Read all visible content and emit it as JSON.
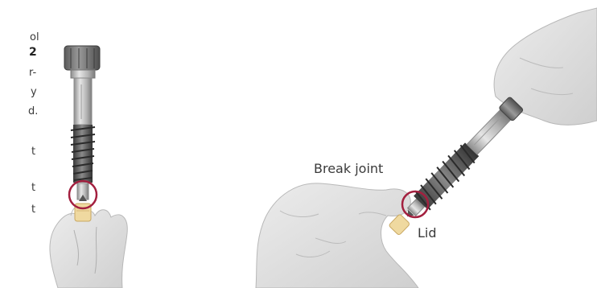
{
  "left_text_fragments": [
    "ol",
    "2",
    "r-",
    "y",
    "d.",
    "t",
    "t",
    "t"
  ],
  "labels": {
    "break_joint": "Break joint",
    "lid": "Lid"
  },
  "colors": {
    "highlight_ring": "#a3203f",
    "implant_dark": "#4a4a4a",
    "metal_light": "#c9c9c9",
    "glove": "#dcdcdc",
    "lid_yellow": "#efd9a0"
  }
}
